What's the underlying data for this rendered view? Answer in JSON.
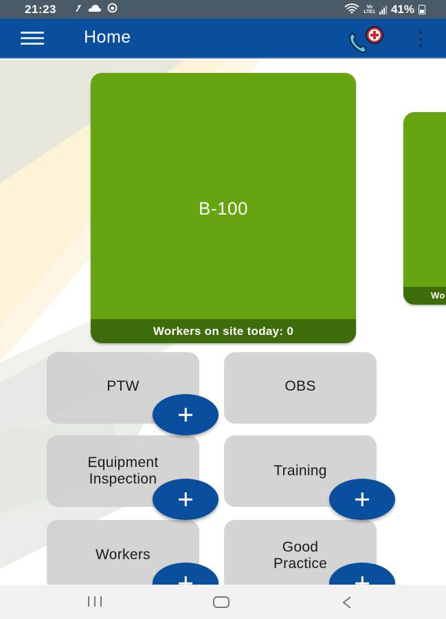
{
  "status_bar": {
    "time": "21:23",
    "left_icons": [
      "notification-icon",
      "cloud-icon",
      "sync-icon"
    ],
    "right_icons": [
      "wifi-icon",
      "volte-lte-icon",
      "signal-icon"
    ],
    "lte_label": "VoLTE LTE1",
    "battery_percent": "41%"
  },
  "app_bar": {
    "title": "Home",
    "menu_icon": "hamburger-menu-icon",
    "action_icon": "emergency-call-icon",
    "overflow_icon": "more-vert-icon",
    "colors": {
      "background": "#0a4f9e",
      "emergency_badge": "#d8242a",
      "phone": "#5ac8e6"
    }
  },
  "site_cards": [
    {
      "name": "B-100",
      "footer": "Workers on site today: 0",
      "color": "#66a412",
      "footer_color": "#3f6c0b"
    },
    {
      "name": "",
      "footer": "Wo",
      "color": "#66a412",
      "footer_color": "#3f6c0b"
    }
  ],
  "tiles": [
    {
      "label_lines": [
        "PTW"
      ],
      "has_add": true
    },
    {
      "label_lines": [
        "OBS"
      ],
      "has_add": false
    },
    {
      "label_lines": [
        "Equipment",
        "Inspection"
      ],
      "has_add": true
    },
    {
      "label_lines": [
        "Training"
      ],
      "has_add": true
    },
    {
      "label_lines": [
        "Workers"
      ],
      "has_add": true
    },
    {
      "label_lines": [
        "Good",
        "Practice"
      ],
      "has_add": true
    }
  ],
  "fab": {
    "icon": "plus-icon",
    "color": "#0a4f9e"
  },
  "nav_bar": {
    "recents_icon": "recent-apps-icon",
    "home_icon": "home-icon",
    "back_icon": "back-icon"
  }
}
